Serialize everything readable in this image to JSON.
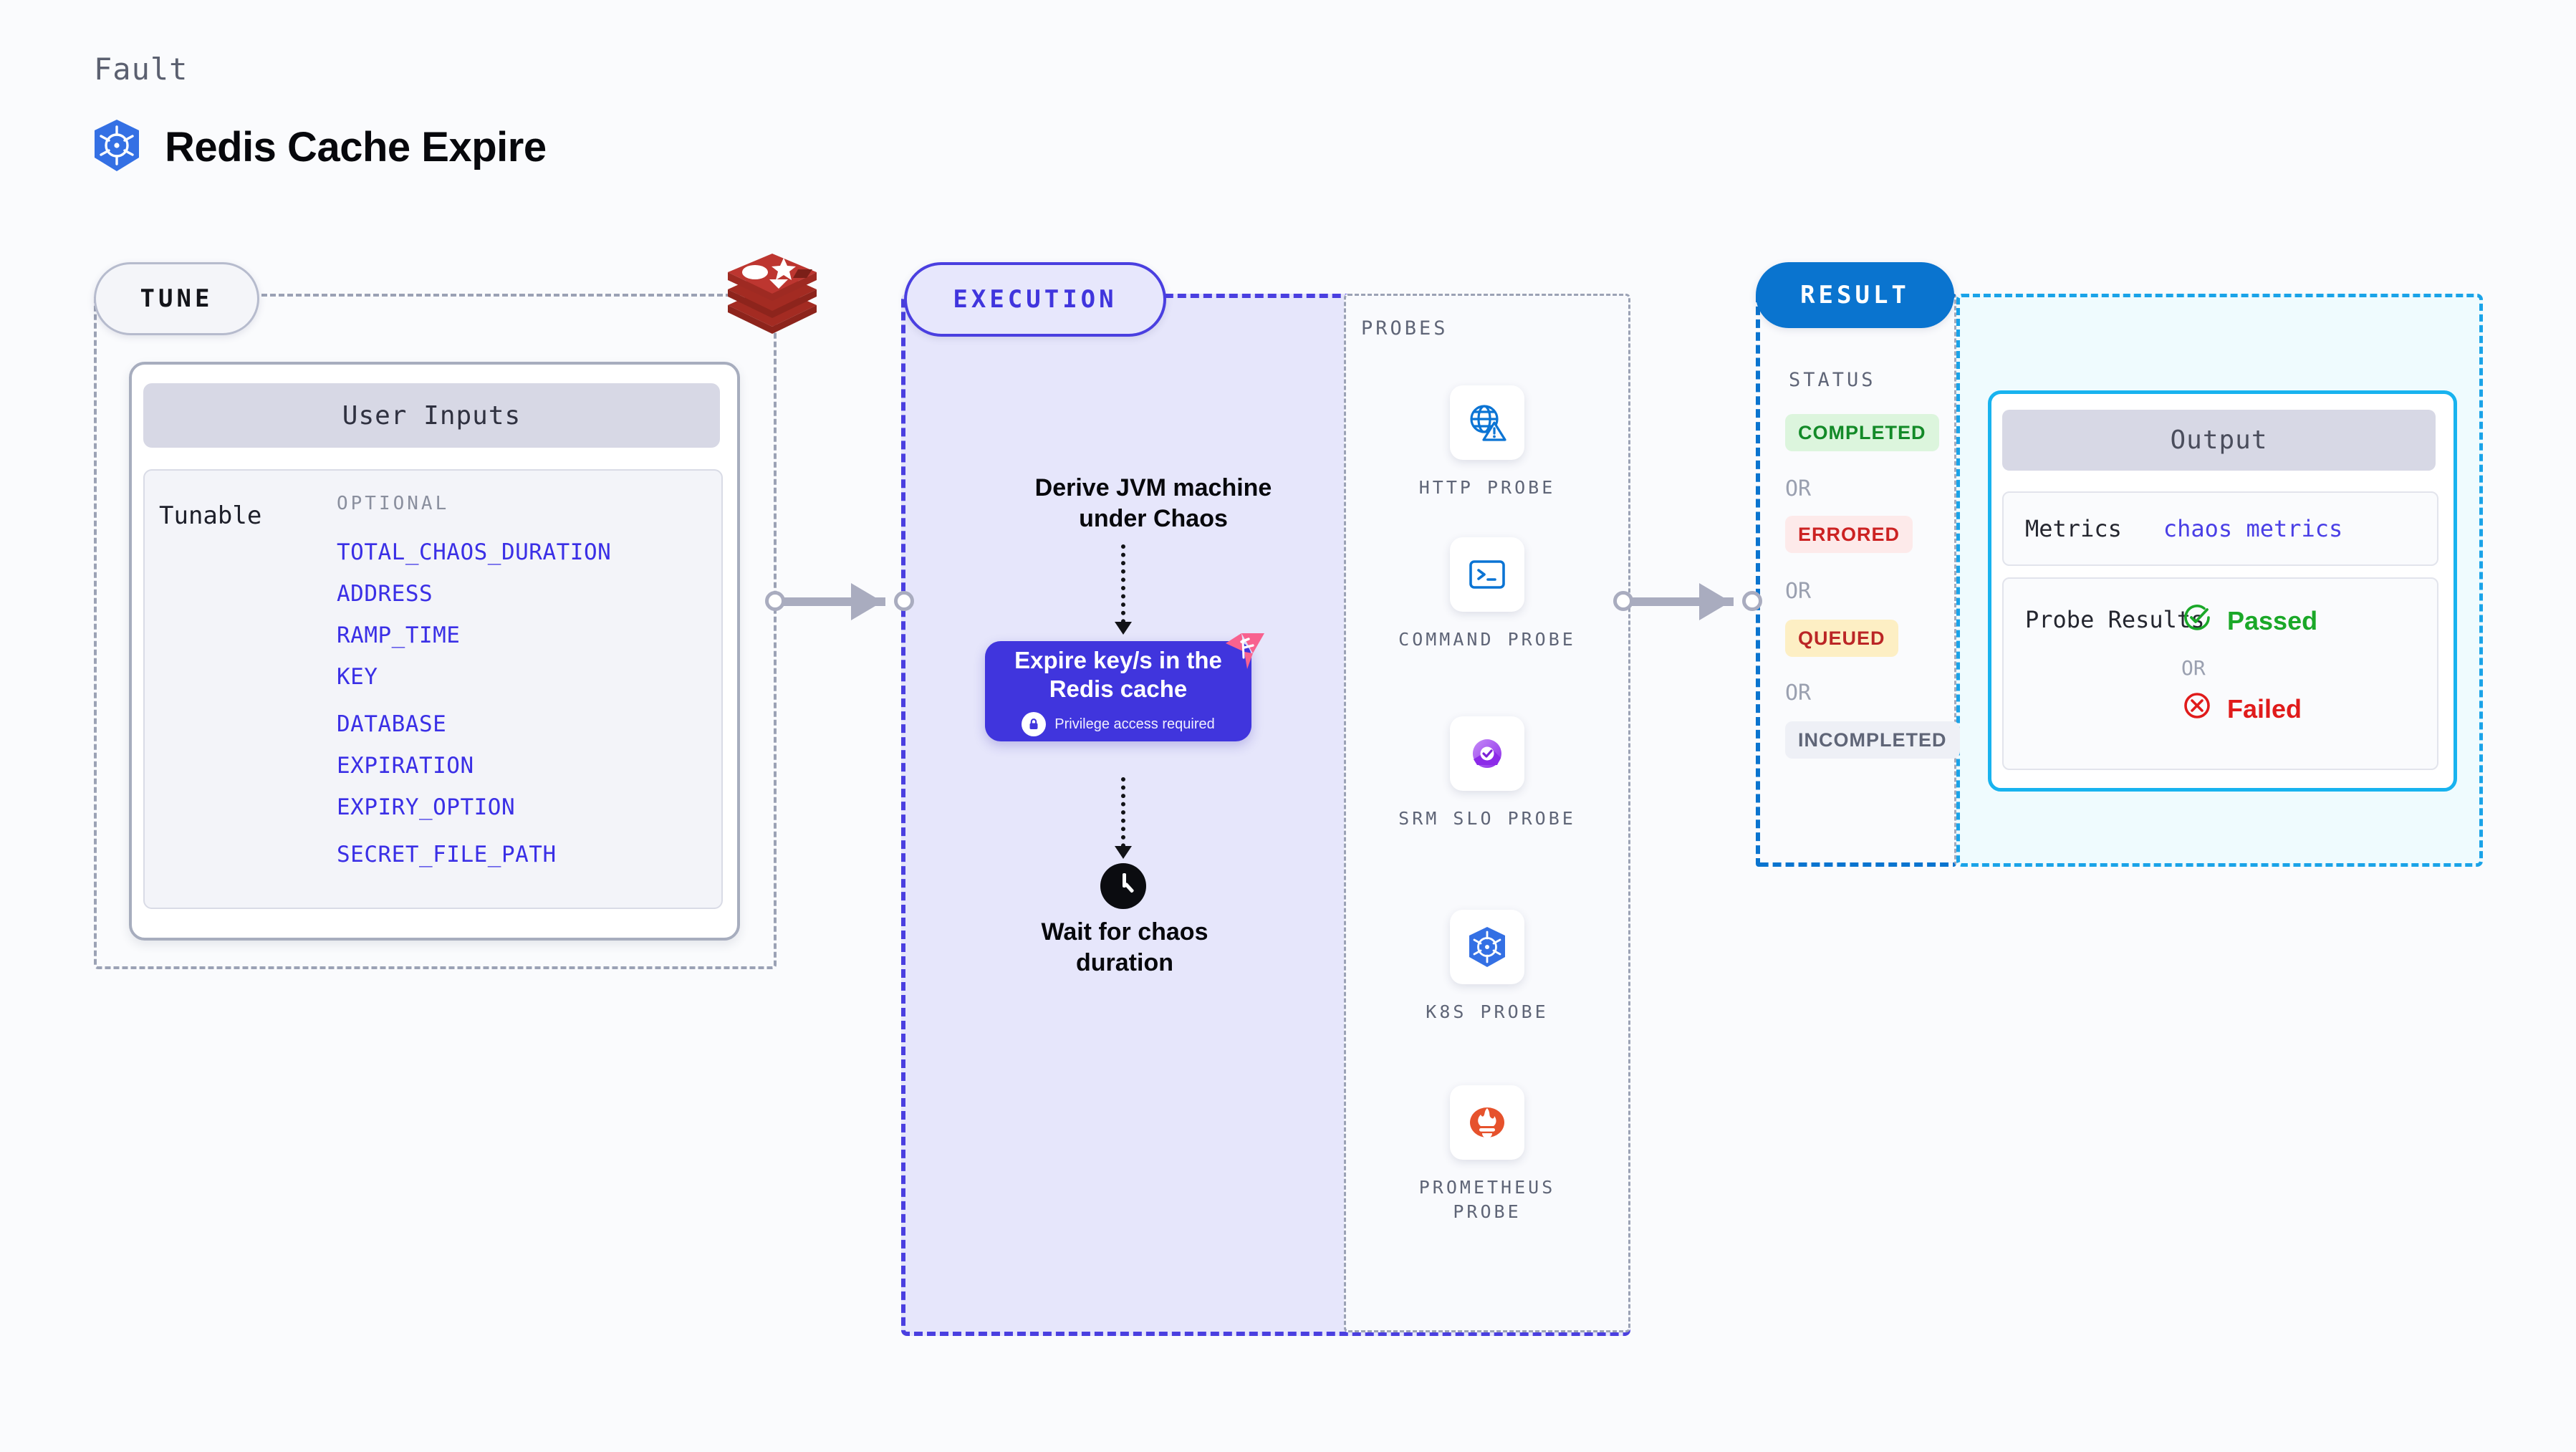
{
  "header": {
    "kicker": "Fault",
    "title": "Redis Cache Expire",
    "logo_icon": "kubernetes-helm-icon",
    "brand_icon": "redis-logo-icon"
  },
  "colors": {
    "accent_violet": "#4035dd",
    "accent_blue": "#0a74cf",
    "accent_cyan": "#18b3ef",
    "success": "#1aa828",
    "error": "#e01b1b",
    "warning": "#bb2626",
    "muted": "#5f6577",
    "background": "#fafbfd"
  },
  "tune": {
    "pill_label": "TUNE",
    "card_header": "User Inputs",
    "tunable_label": "Tunable",
    "optional_label": "OPTIONAL",
    "tunables": [
      {
        "name": "TOTAL_CHAOS_DURATION",
        "gap": false
      },
      {
        "name": "ADDRESS",
        "gap": false
      },
      {
        "name": "RAMP_TIME",
        "gap": false
      },
      {
        "name": "KEY",
        "gap": false
      },
      {
        "name": "DATABASE",
        "gap": true
      },
      {
        "name": "EXPIRATION",
        "gap": false
      },
      {
        "name": "EXPIRY_OPTION",
        "gap": false
      },
      {
        "name": "SECRET_FILE_PATH",
        "gap": true
      }
    ]
  },
  "execution": {
    "pill_label": "EXECUTION",
    "derive_step": "Derive JVM machine under Chaos",
    "action_card": {
      "title": "Expire key/s in the Redis cache",
      "note": "Privilege access required",
      "lock_icon": "lock-icon",
      "corner_badge_icon": "pink-flag-icon"
    },
    "wait_step": "Wait for chaos duration",
    "clock_icon": "clock-icon"
  },
  "probes": {
    "title": "PROBES",
    "items": [
      {
        "label": "HTTP PROBE",
        "icon": "globe-warning-icon"
      },
      {
        "label": "COMMAND PROBE",
        "icon": "terminal-icon"
      },
      {
        "label": "SRM SLO PROBE",
        "icon": "slo-donut-check-icon"
      },
      {
        "label": "K8S PROBE",
        "icon": "kubernetes-helm-icon"
      },
      {
        "label": "PROMETHEUS PROBE",
        "icon": "prometheus-flame-icon"
      }
    ]
  },
  "result": {
    "pill_label": "RESULT",
    "status_title": "STATUS",
    "or_label": "OR",
    "statuses": [
      {
        "label": "COMPLETED"
      },
      {
        "label": "ERRORED"
      },
      {
        "label": "QUEUED"
      },
      {
        "label": "INCOMPLETED"
      }
    ],
    "output": {
      "header": "Output",
      "metrics_label": "Metrics",
      "metrics_value": "chaos metrics",
      "probe_results_label": "Probe Results",
      "passed_label": "Passed",
      "failed_label": "Failed",
      "or_label": "OR",
      "passed_icon": "check-circle-icon",
      "failed_icon": "x-circle-icon"
    }
  }
}
